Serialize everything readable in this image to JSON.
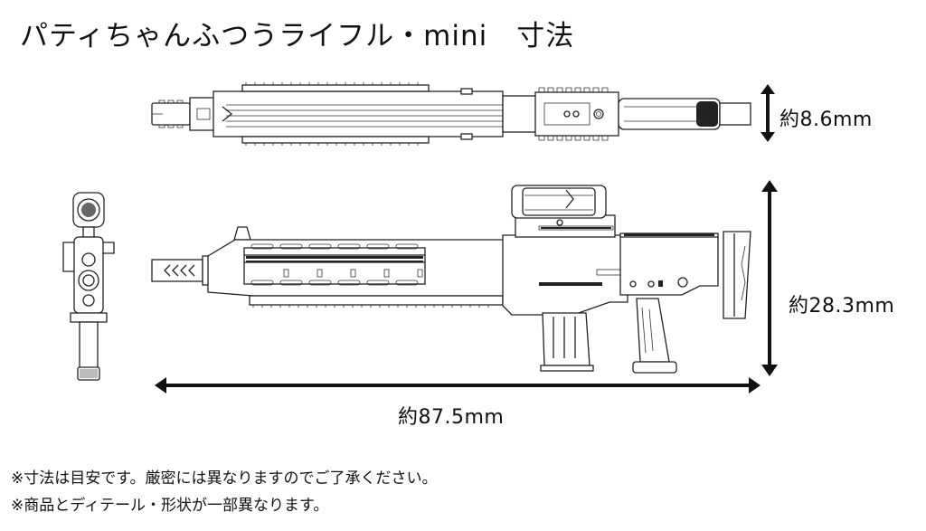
{
  "title": "パティちゃんふつうライフル・mini　寸法",
  "dimensions": {
    "depth": {
      "label": "約8.6mm",
      "value_mm": 8.6
    },
    "height": {
      "label": "約28.3mm",
      "value_mm": 28.3
    },
    "length": {
      "label": "約87.5mm",
      "value_mm": 87.5
    }
  },
  "views": {
    "top": "top-view",
    "front": "front-view",
    "side": "side-view"
  },
  "notes": [
    "※寸法は目安です。厳密には異なりますのでご了承ください。",
    "※商品とディテール・形状が一部異なります。"
  ]
}
